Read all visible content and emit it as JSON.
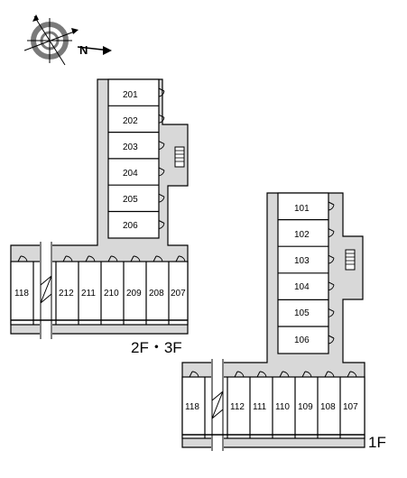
{
  "compass": {
    "label": "N",
    "icon": "compass-rose-icon"
  },
  "upper": {
    "floor_label": "2F・3F",
    "vertical_units": [
      "201",
      "202",
      "203",
      "204",
      "205",
      "206"
    ],
    "horizontal_units": [
      "118",
      "212",
      "211",
      "210",
      "209",
      "208",
      "207"
    ]
  },
  "ground": {
    "floor_label": "1F",
    "vertical_units": [
      "101",
      "102",
      "103",
      "104",
      "105",
      "106"
    ],
    "horizontal_units": [
      "118",
      "112",
      "111",
      "110",
      "109",
      "108",
      "107"
    ]
  },
  "colors": {
    "corridor": "#d8d8d8",
    "compass_ring": "#7a7a7a",
    "line": "#000000"
  }
}
